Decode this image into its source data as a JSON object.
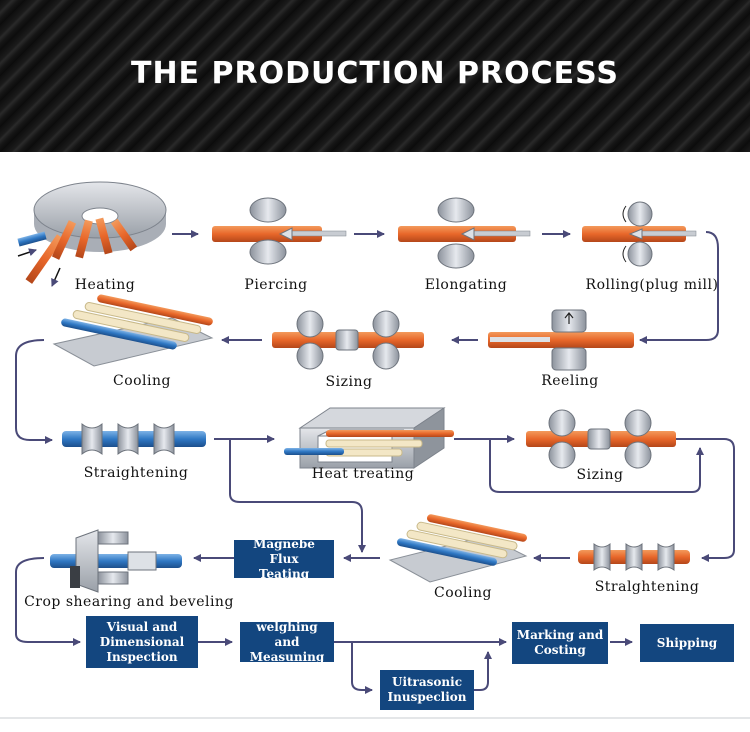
{
  "title": "THE PRODUCTION PROCESS",
  "steps": {
    "heating": "Heating",
    "piercing": "Piercing",
    "elongating": "Elongating",
    "rolling": "Rolling(plug mill)",
    "cooling1": "Cooling",
    "sizing1": "Sizing",
    "reeling": "Reeling",
    "straightening1": "Straightening",
    "heat_treating": "Heat treating",
    "sizing2": "Sizing",
    "crop": "Crop shearing and beveling",
    "cooling2": "Cooling",
    "straightening2": "Stralghtening"
  },
  "boxes": {
    "flux_line1": "Magnebe Flux",
    "flux_line2": "Teating",
    "visual_line1": "Visual and",
    "visual_line2": "Dimensional",
    "visual_line3": "Inspection",
    "weigh_line1": "welghing and",
    "weigh_line2": "Measuning",
    "ultra_line1": "Uitrasonic",
    "ultra_line2": "Inuspeclion",
    "marking_line1": "Marking and",
    "marking_line2": "Costing",
    "shipping": "Shipping"
  },
  "colors": {
    "pipe_orange": "#e8672a",
    "pipe_blue": "#2f78c4",
    "box_navy": "#13467f",
    "arrow": "#4a4a78",
    "roller": "#b9bec6"
  }
}
